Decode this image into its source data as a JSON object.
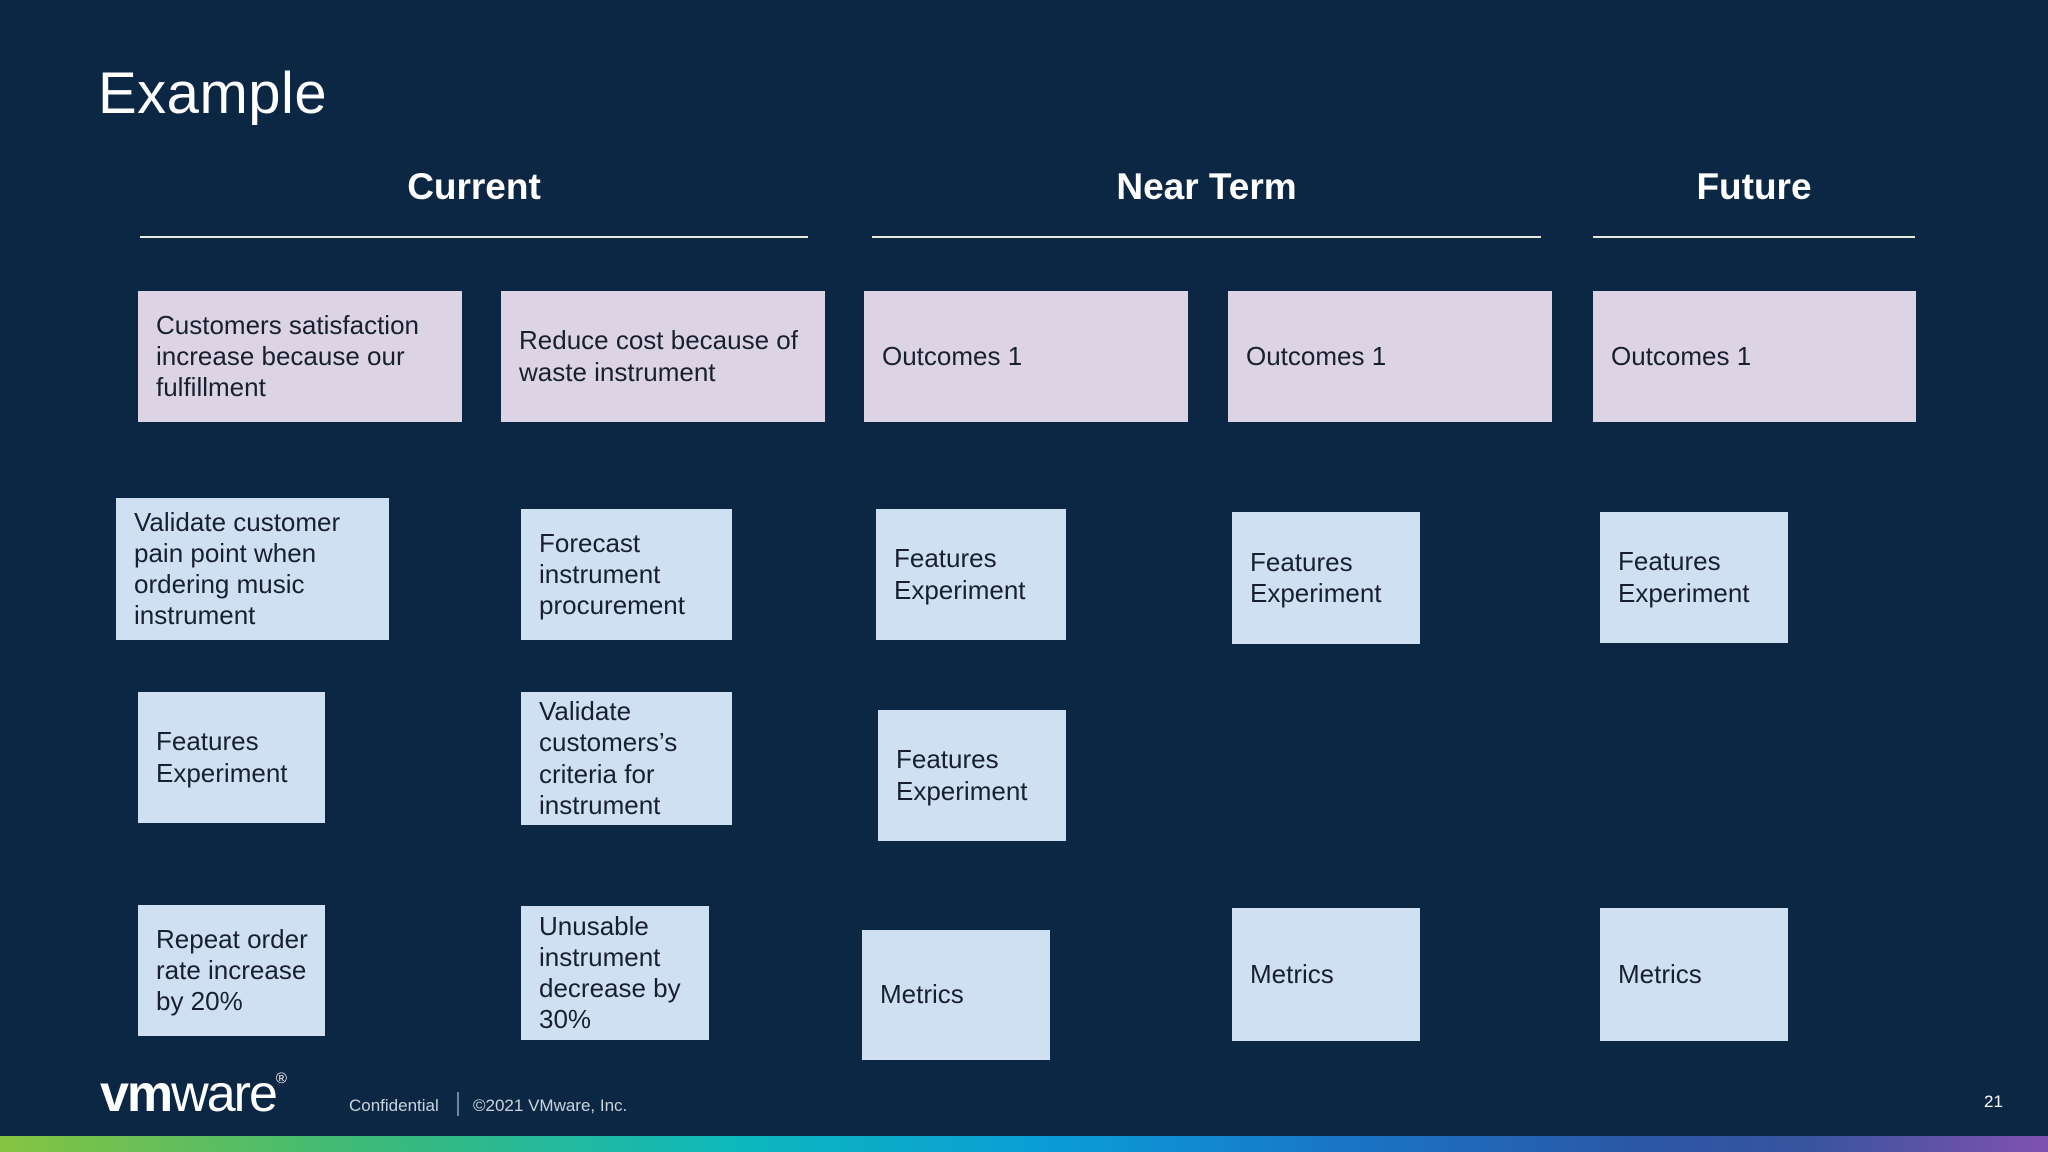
{
  "slide": {
    "title": "Example",
    "page_number": "21"
  },
  "columns": [
    {
      "label": "Current"
    },
    {
      "label": "Near Term"
    },
    {
      "label": "Future"
    }
  ],
  "cards": [
    {
      "text": "Customers satisfaction increase because our fulfillment",
      "variant": "purple"
    },
    {
      "text": "Reduce cost because of waste instrument",
      "variant": "purple"
    },
    {
      "text": "Outcomes 1",
      "variant": "purple"
    },
    {
      "text": "Outcomes 1",
      "variant": "purple"
    },
    {
      "text": "Outcomes 1",
      "variant": "purple"
    },
    {
      "text": "Validate customer pain point when ordering music instrument",
      "variant": "blue"
    },
    {
      "text": "Forecast instrument procurement",
      "variant": "blue"
    },
    {
      "text": "Features Experiment",
      "variant": "blue"
    },
    {
      "text": "Features Experiment",
      "variant": "blue"
    },
    {
      "text": "Features Experiment",
      "variant": "blue"
    },
    {
      "text": "Features Experiment",
      "variant": "blue"
    },
    {
      "text": "Validate customers’s criteria for instrument",
      "variant": "blue"
    },
    {
      "text": "Features Experiment",
      "variant": "blue"
    },
    {
      "text": "Repeat order rate increase by 20%",
      "variant": "blue"
    },
    {
      "text": "Unusable instrument decrease by 30%",
      "variant": "blue"
    },
    {
      "text": "Metrics",
      "variant": "blue"
    },
    {
      "text": "Metrics",
      "variant": "blue"
    },
    {
      "text": "Metrics",
      "variant": "blue"
    }
  ],
  "footer": {
    "logo": {
      "vm": "vm",
      "ware": "ware",
      "reg": "®"
    },
    "confidential": "Confidential",
    "copyright": "©2021 VMware, Inc."
  },
  "colors": {
    "background": "#0c2744",
    "card_purple": "#dcd4e5",
    "card_blue": "#d0e0f3",
    "card_text": "#18202f",
    "header_text": "#ffffff",
    "underline": "#e7eadf",
    "gradient_bar": [
      "#86c440",
      "#3cba79",
      "#0db8bd",
      "#0b9bd8",
      "#1a74c6",
      "#2b57a6",
      "#8051b1"
    ]
  }
}
